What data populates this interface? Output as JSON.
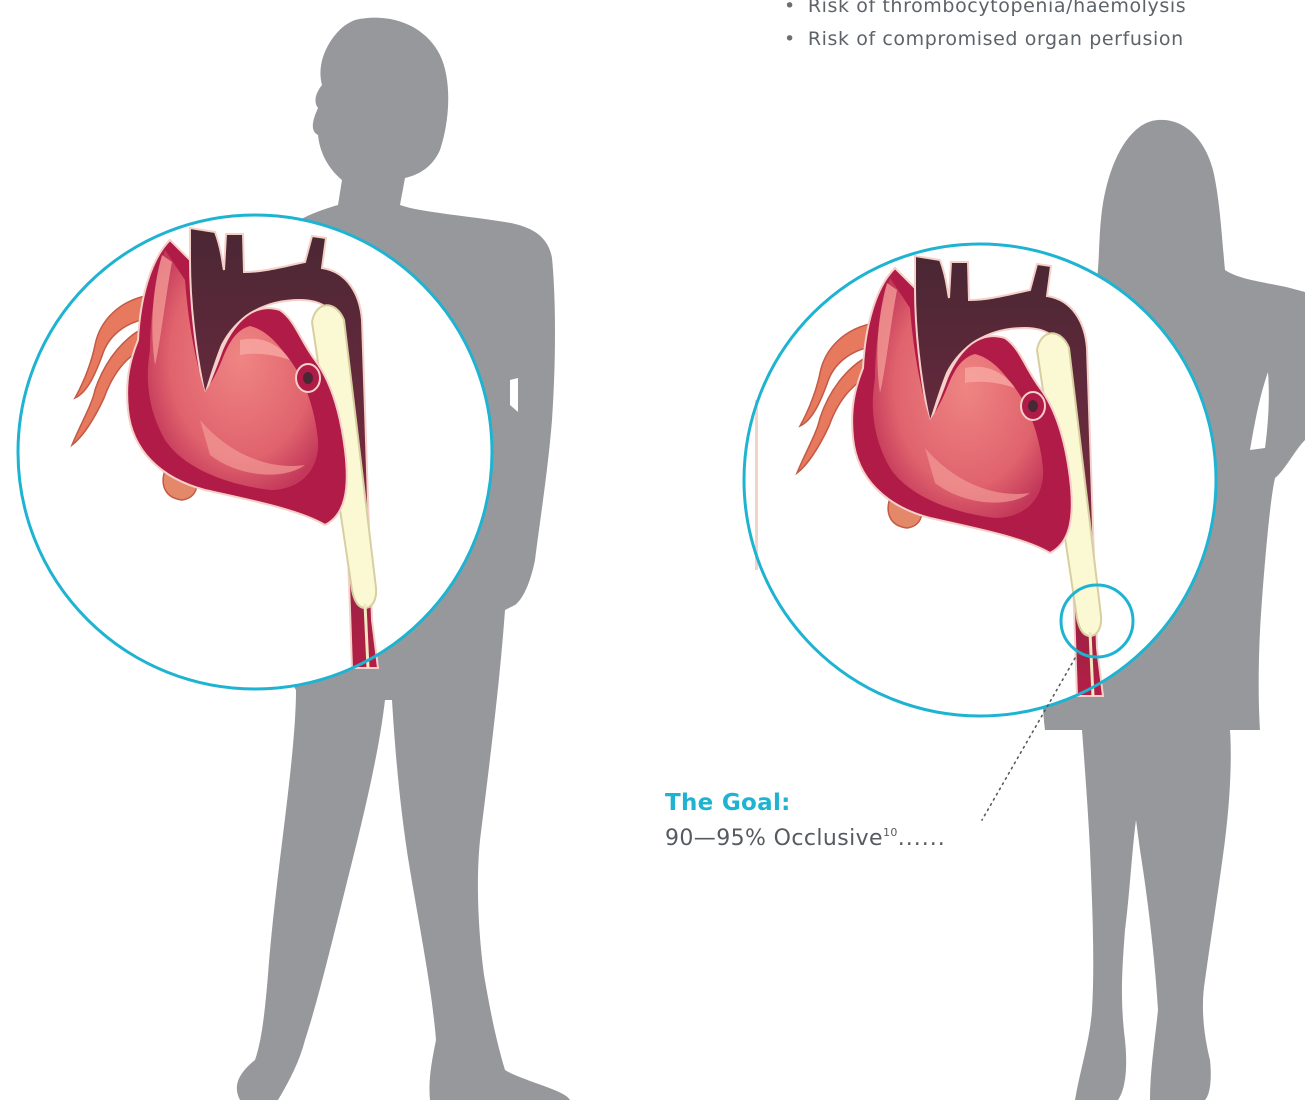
{
  "risks": [
    "Risk of thrombocytopenia/haemolysis",
    "Risk of compromised organ perfusion"
  ],
  "goal": {
    "title": "The Goal:",
    "value": "90—95% Occlusive",
    "footnote": "10",
    "leader": "......"
  },
  "colors": {
    "silhouette": "#97989b",
    "accent": "#1fb3d2",
    "heart": "#d34a66",
    "aorta_dark": "#4a2734",
    "catheter": "#fbf8d4"
  },
  "figures": {
    "left": {
      "silhouette": "standing-man-silhouette",
      "illustration": "heart-aorta-catheter"
    },
    "right": {
      "silhouette": "standing-woman-silhouette",
      "illustration": "heart-aorta-catheter",
      "detail_ring": "occlusion-detail"
    }
  }
}
